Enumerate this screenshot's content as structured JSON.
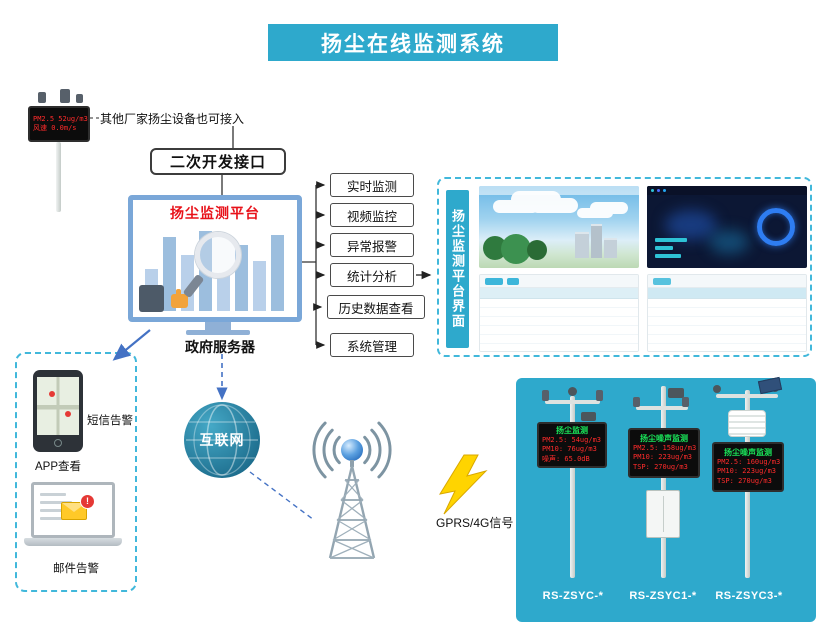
{
  "title": "扬尘在线监测系统",
  "external_device": {
    "note": "其他厂家扬尘设备也可接入",
    "led_lines": [
      "PM2.5 52ug/m3",
      "风速  0.0m/s"
    ]
  },
  "api_box": {
    "label": "二次开发接口"
  },
  "platform": {
    "screen_title": "扬尘监测平台",
    "server_label": "政府服务器"
  },
  "functions": [
    {
      "label": "实时监测"
    },
    {
      "label": "视频监控"
    },
    {
      "label": "异常报警"
    },
    {
      "label": "统计分析"
    },
    {
      "label": "历史数据查看"
    },
    {
      "label": "系统管理"
    }
  ],
  "ui_panel": {
    "side_label": "扬尘监测平台界面"
  },
  "client_alerts": {
    "sms_label": "短信告警",
    "app_label": "APP查看",
    "email_label": "邮件告警",
    "email_badge": "!"
  },
  "network": {
    "internet_label": "互联网",
    "signal_label": "GPRS/4G信号"
  },
  "stations": [
    {
      "model": "RS-ZSYC-*",
      "led_title": "扬尘监测",
      "led_lines": [
        "PM2.5: 54ug/m3",
        "PM10: 76ug/m3",
        "噪声: 65.0dB"
      ]
    },
    {
      "model": "RS-ZSYC1-*",
      "led_title": "扬尘噪声监测",
      "led_lines": [
        "PM2.5: 158ug/m3",
        "PM10: 223ug/m3",
        "TSP: 270ug/m3"
      ]
    },
    {
      "model": "RS-ZSYC3-*",
      "led_title": "扬尘噪声监测",
      "led_lines": [
        "PM2.5: 160ug/m3",
        "PM10: 223ug/m3",
        "TSP: 270ug/m3"
      ]
    }
  ],
  "colors": {
    "teal": "#2EA9CC",
    "led_red": "#FF2B2B",
    "led_green": "#1AE65A",
    "accent_blue": "#4472C4",
    "lightning_yellow": "#FFD400"
  }
}
